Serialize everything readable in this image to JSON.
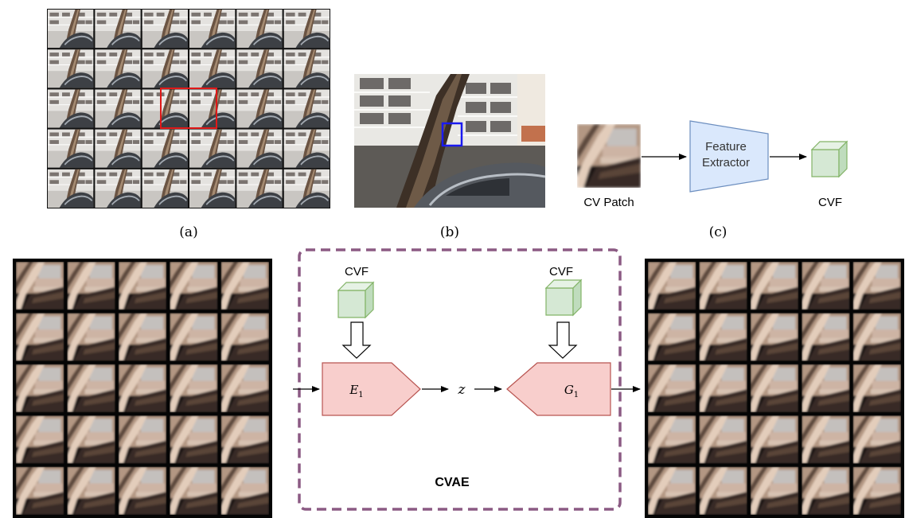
{
  "panels": {
    "a": {
      "label": "(a)"
    },
    "b": {
      "label": "(b)"
    },
    "c": {
      "label": "(c)"
    }
  },
  "patch_c": {
    "label": "CV Patch"
  },
  "feature_extractor": {
    "line1": "Feature",
    "line2": "Extractor"
  },
  "cvf_c": {
    "label": "CVF"
  },
  "cvae": {
    "title": "CVAE",
    "cvf_left": "CVF",
    "cvf_right": "CVF",
    "encoder": {
      "label": "E",
      "subscript": "1"
    },
    "latent": "z",
    "generator": {
      "label": "G",
      "subscript": "1"
    }
  },
  "colors": {
    "red_box": "#e01818",
    "blue_box": "#1a1af0",
    "extractor_fill": "#dae8fc",
    "extractor_stroke": "#6c8ebf",
    "cube_fill": "#d5e8d4",
    "cube_stroke": "#82b366",
    "coder_fill": "#f8cecc",
    "coder_stroke": "#b85450",
    "dash_border": "#8b5a83"
  }
}
